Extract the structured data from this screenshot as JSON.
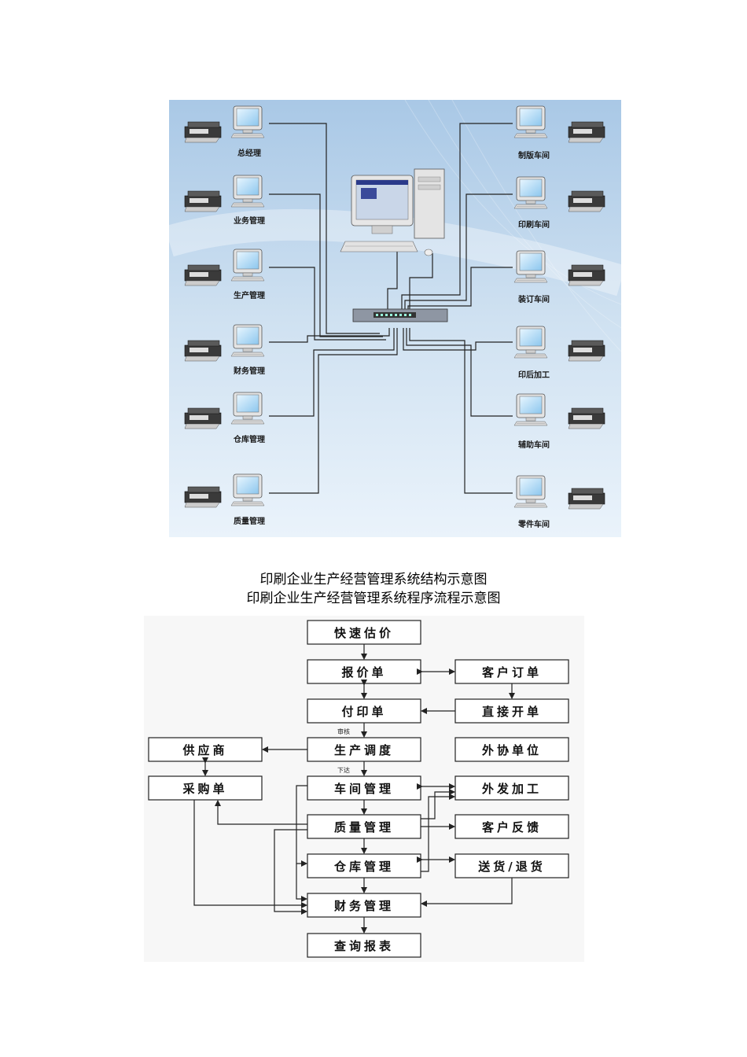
{
  "network_diagram": {
    "left_nodes": [
      "总经理",
      "业务管理",
      "生产管理",
      "财务管理",
      "仓库管理",
      "质量管理"
    ],
    "right_nodes": [
      "制版车间",
      "印刷车间",
      "装订车间",
      "印后加工",
      "辅助车间",
      "零件车间"
    ]
  },
  "captions": {
    "structure": "印刷企业生产经营管理系统结构示意图",
    "flow": "印刷企业生产经营管理系统程序流程示意图"
  },
  "flowchart": {
    "main_column": [
      "快速估价",
      "报价单",
      "付印单",
      "生产调度",
      "车间管理",
      "质量管理",
      "仓库管理",
      "财务管理",
      "查询报表"
    ],
    "right_column": [
      "客户订单",
      "直接开单",
      "外协单位",
      "外发加工",
      "客户反馈",
      "送货/退货"
    ],
    "left_column": [
      "供应商",
      "采购单"
    ],
    "edge_notes": [
      "审核",
      "下达"
    ]
  },
  "colors": {
    "network_bg_top": "#b9d3ea",
    "network_bg_bottom": "#e9f2fa",
    "line": "#222222"
  }
}
